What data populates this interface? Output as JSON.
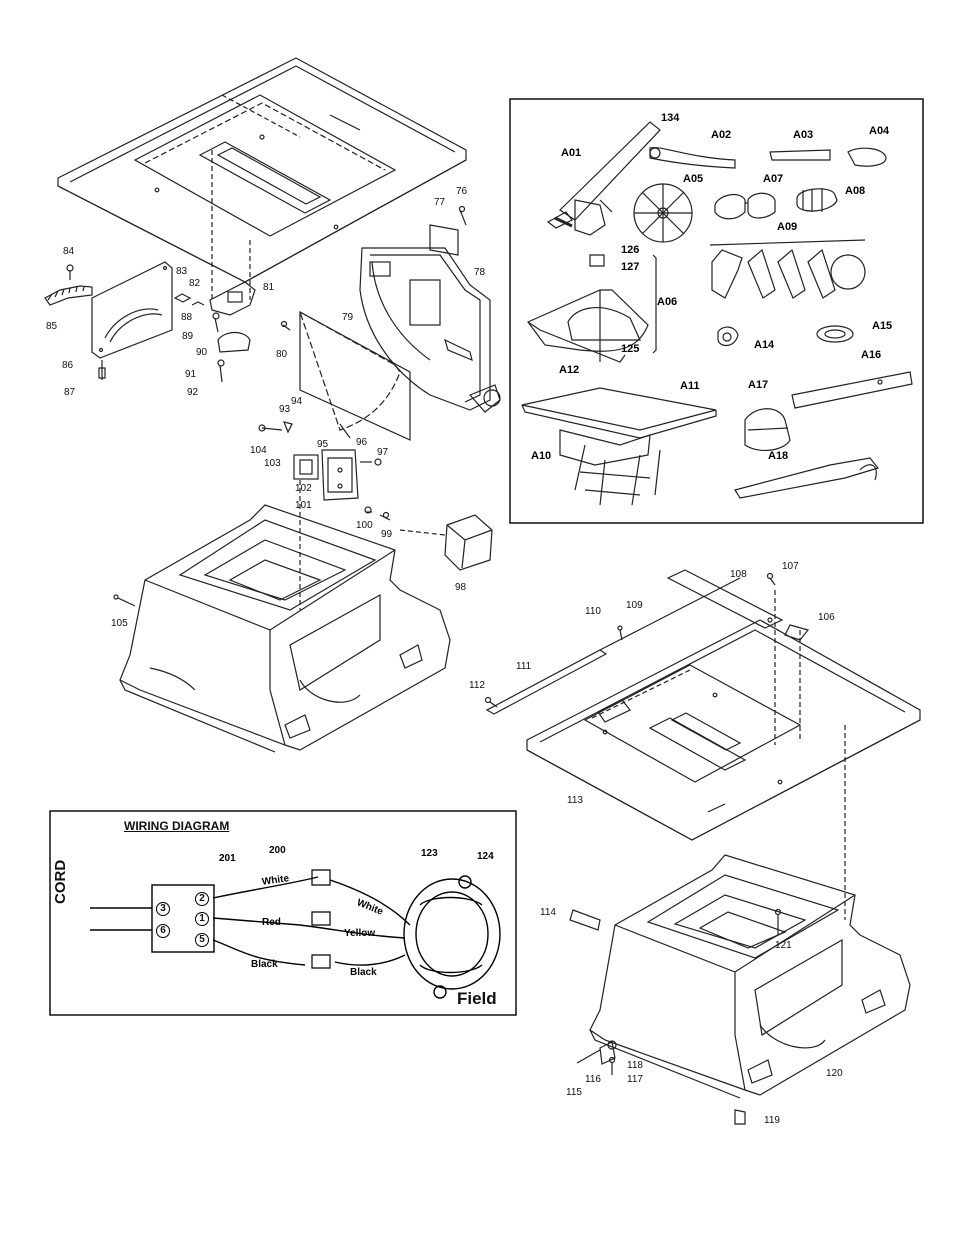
{
  "callouts": [
    "76",
    "77",
    "78",
    "79",
    "80",
    "81",
    "82",
    "83",
    "84",
    "85",
    "86",
    "87",
    "88",
    "89",
    "90",
    "91",
    "92",
    "93",
    "94",
    "95",
    "96",
    "97",
    "98",
    "99",
    "100",
    "101",
    "102",
    "103",
    "104",
    "105",
    "106",
    "107",
    "108",
    "109",
    "110",
    "111",
    "112",
    "113",
    "114",
    "115",
    "116",
    "117",
    "118",
    "119",
    "120",
    "121"
  ],
  "accessory_callouts": [
    "134",
    "A01",
    "A02",
    "A03",
    "A04",
    "A05",
    "A07",
    "A08",
    "A09",
    "126",
    "127",
    "A06",
    "125",
    "A14",
    "A15",
    "A16",
    "A12",
    "A11",
    "A17",
    "A10",
    "A18"
  ],
  "wiring": {
    "title": "WIRING DIAGRAM",
    "cord": "CORD",
    "field": "Field",
    "refs": [
      "201",
      "200",
      "123",
      "124"
    ],
    "terminals": [
      "3",
      "6",
      "2",
      "1",
      "5"
    ],
    "wires": [
      "White",
      "White",
      "Red",
      "Yellow",
      "Black",
      "Black"
    ]
  }
}
